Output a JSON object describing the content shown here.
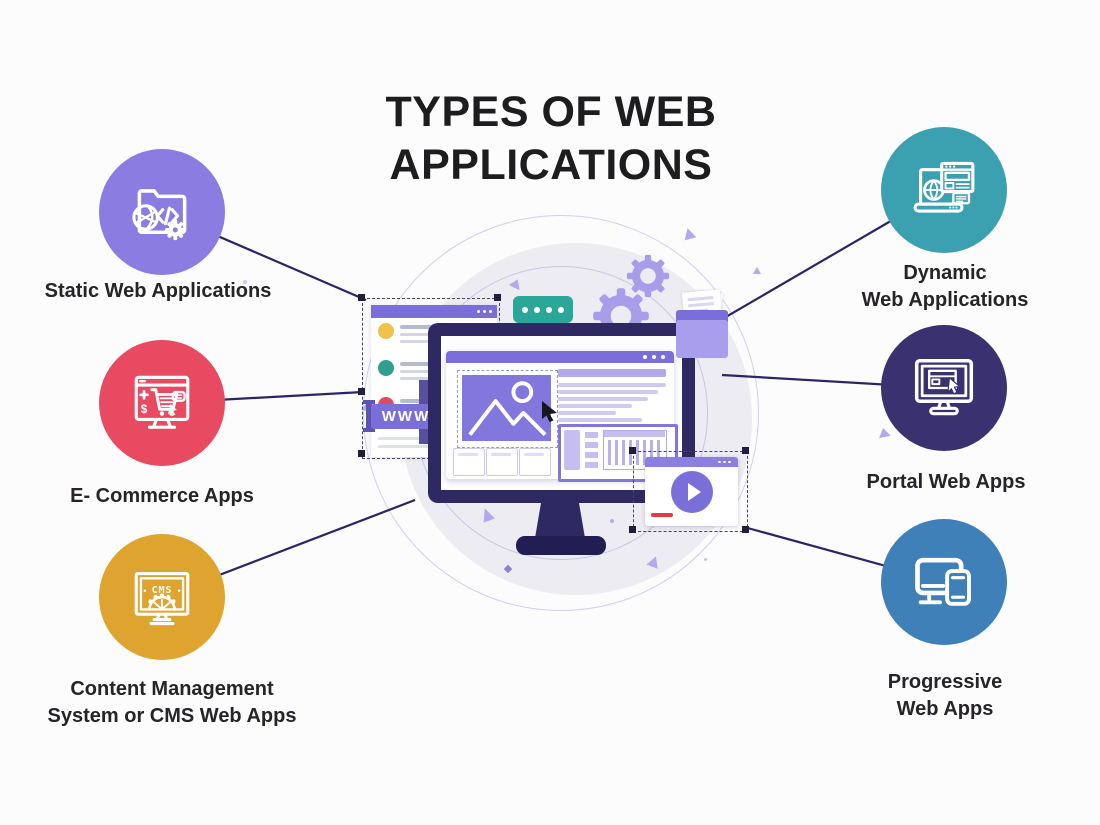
{
  "title": {
    "line1": "TYPES OF WEB",
    "line2": "APPLICATIONS"
  },
  "nodes": {
    "static": {
      "label_lines": [
        "Static Web Applications"
      ],
      "circle_color": "#8A7CE1",
      "icon": "folder-globe-code-gear-icon"
    },
    "ecommerce": {
      "label_lines": [
        "E- Commerce Apps"
      ],
      "circle_color": "#E84A61",
      "icon": "ecommerce-cart-monitor-icon",
      "plus_glyph": "+",
      "dollar_glyph": "$"
    },
    "cms": {
      "label_lines": [
        "Content Management",
        "System or CMS Web Apps"
      ],
      "circle_color": "#DFA42F",
      "icon": "cms-monitor-gear-icon",
      "icon_text": "CMS"
    },
    "dynamic": {
      "label_lines": [
        "Dynamic",
        "Web Applications"
      ],
      "circle_color": "#3BA1B0",
      "icon": "laptop-globe-browser-icon"
    },
    "portal": {
      "label_lines": [
        "Portal Web Apps"
      ],
      "circle_color": "#3A3171",
      "icon": "monitor-window-cursor-icon"
    },
    "progressive": {
      "label_lines": [
        "Progressive",
        "Web Apps"
      ],
      "circle_color": "#3E80B7",
      "icon": "desktop-and-mobile-icon"
    }
  },
  "center_illustration": {
    "www_label": "WWW",
    "colors": {
      "illustration_purple": "#7A6FD8",
      "illustration_purple_light": "#A89DE8",
      "image_placeholder_purple": "#8277DD",
      "monitor_frame_navy": "#2E2963",
      "monitor_base_navy": "#221D52",
      "chat_bubble_teal": "#2BA79A",
      "list_dot_yellow": "#EFC24B",
      "list_dot_teal": "#2FA08F",
      "list_dot_red": "#E3495E",
      "video_progress_red": "#E03E3E",
      "background_circle_gray": "#ECECF2",
      "connector_line_navy": "#2B2663"
    },
    "icons": [
      "chat-dots-icon",
      "gear-icon",
      "folder-documents-icon",
      "image-placeholder-icon",
      "cursor-arrow-icon",
      "play-button-icon",
      "www-banner",
      "browser-window",
      "video-player-window",
      "list-panel-window",
      "selection-handle"
    ]
  }
}
